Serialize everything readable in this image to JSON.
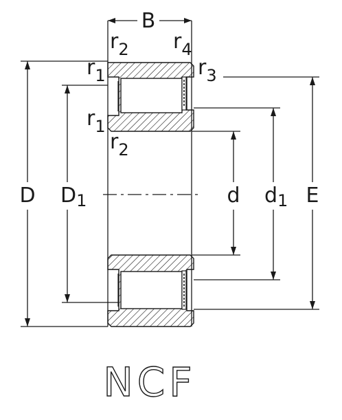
{
  "diagram": {
    "title": "NCF",
    "labels": {
      "B": "B",
      "r2_top_letter": "r",
      "r2_top_sub": "2",
      "r4_letter": "r",
      "r4_sub": "4",
      "r1_top_letter": "r",
      "r1_top_sub": "1",
      "r3_letter": "r",
      "r3_sub": "3",
      "r1_mid_letter": "r",
      "r1_mid_sub": "1",
      "r2_mid_letter": "r",
      "r2_mid_sub": "2",
      "D": "D",
      "D1_letter": "D",
      "D1_sub": "1",
      "d": "d",
      "d1_letter": "d",
      "d1_sub": "1",
      "E": "E"
    }
  }
}
